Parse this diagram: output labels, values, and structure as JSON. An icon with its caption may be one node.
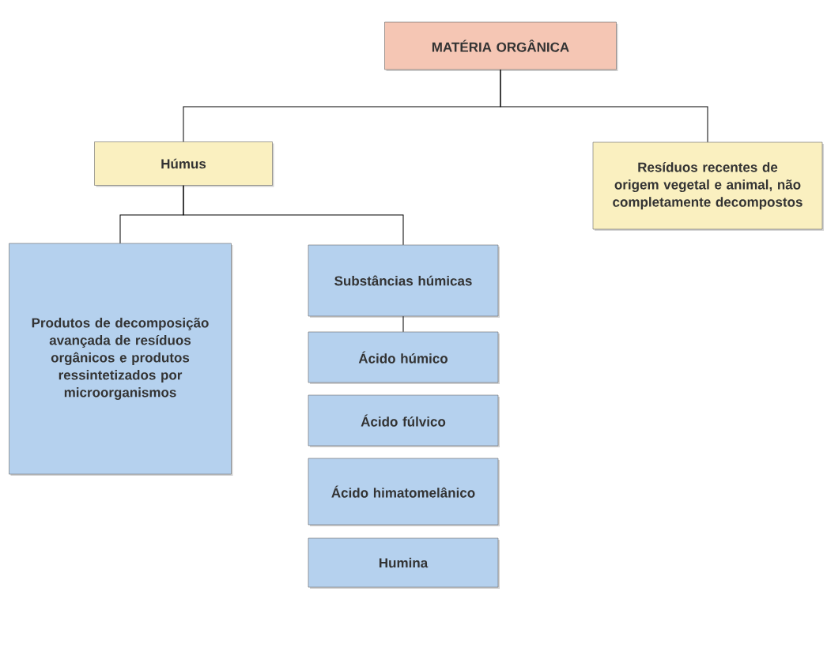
{
  "diagram": {
    "nodes": [
      {
        "text": [
          "MATÉRIA ORGÂNICA"
        ]
      },
      {
        "text": [
          "Húmus"
        ]
      },
      {
        "text": [
          "Resíduos recentes de origem vegetal e animal, não completamente decompostos"
        ]
      },
      {
        "text": [
          "Produtos de decomposição avançada de resíduos orgânicos e produtos ressintetizados por microorganismos"
        ]
      },
      {
        "text": [
          "Substâncias húmicas"
        ]
      },
      {
        "text": [
          "Ácido húmico"
        ]
      },
      {
        "text": [
          "Ácido fúlvico"
        ]
      },
      {
        "text": [
          "Ácido himatomelânico"
        ]
      },
      {
        "text": [
          "Humina"
        ]
      }
    ],
    "edges": [
      {
        "from": 0,
        "to": 1,
        "arrow": "none"
      },
      {
        "from": 0,
        "to": 2,
        "arrow": "none"
      },
      {
        "from": 1,
        "to": 3,
        "arrow": "none"
      },
      {
        "from": 1,
        "to": 4,
        "arrow": "none"
      },
      {
        "from": 4,
        "to": 5,
        "arrow": "none"
      }
    ]
  }
}
